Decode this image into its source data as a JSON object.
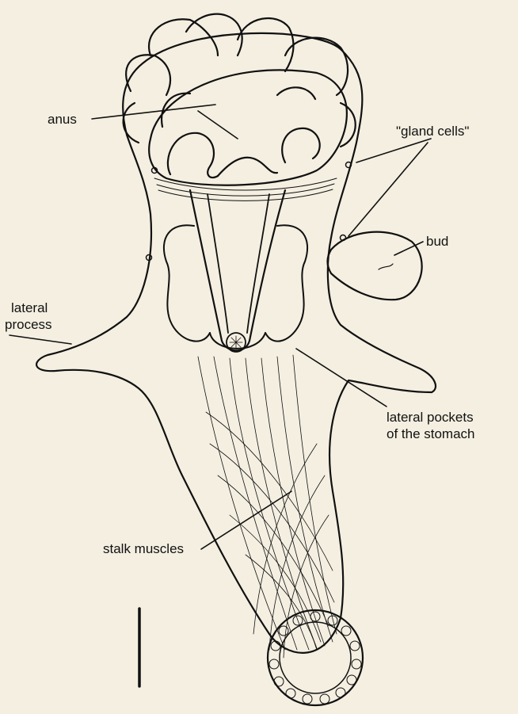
{
  "labels": {
    "anus": "anus",
    "gland_cells": "\"gland cells\"",
    "bud": "bud",
    "lateral_process_line1": "lateral",
    "lateral_process_line2": "process",
    "lateral_pockets_line1": "lateral pockets",
    "lateral_pockets_line2": "of the stomach",
    "stalk_muscles": "stalk muscles"
  },
  "colors": {
    "background": "#f4efe1",
    "ink": "#111111"
  }
}
